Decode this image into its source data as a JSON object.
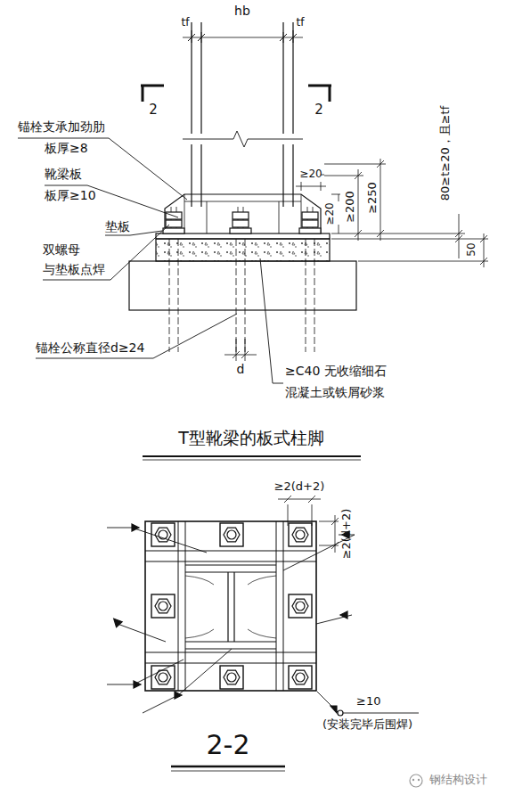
{
  "diagram": {
    "title": "T型靴梁的板式柱脚",
    "caption": "2-2",
    "labels": [
      "hb",
      "tf",
      "tf",
      "2",
      "2",
      "锚栓支承加劲肋",
      "板厚≥8",
      "靴梁板",
      "板厚≥10",
      "垫板",
      "≥20",
      "≥20",
      "≥200",
      "≥250",
      "80≥t≥20，且≥tf",
      "50",
      "双螺母",
      "与垫板点焊",
      "锚栓公称直径d≥24",
      "d",
      "≥C40 无收缩细石",
      "混凝土或铁屑砂浆",
      "≥2(d+2)",
      "≥2(d+2)",
      "≥10",
      "(安装完毕后围焊)",
      "钢结构设计"
    ]
  }
}
